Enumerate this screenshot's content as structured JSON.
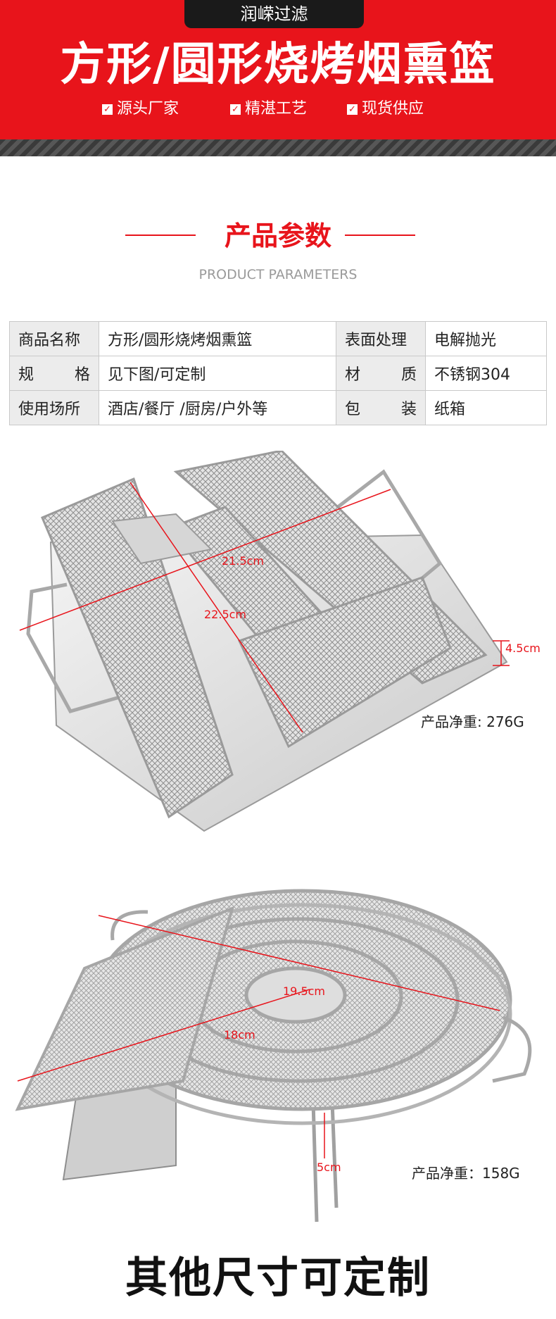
{
  "banner": {
    "brand": "润嵘过滤",
    "title": "方形/圆形烧烤烟熏篮",
    "features": [
      "源头厂家",
      "精湛工艺",
      "现货供应"
    ]
  },
  "section": {
    "title": "产品参数",
    "subtitle": "PRODUCT PARAMETERS"
  },
  "params": {
    "rows": [
      {
        "label1": "商品名称",
        "value1": "方形/圆形烧烤烟熏篮",
        "label2": "表面处理",
        "value2": "电解抛光"
      },
      {
        "label1": "规格",
        "value1": "见下图/可定制",
        "label2": "材质",
        "value2": "不锈钢304"
      },
      {
        "label1": "使用场所",
        "value1": "酒店/餐厅 /厨房/户外等",
        "label2": "包装",
        "value2": "纸箱"
      }
    ]
  },
  "square_product": {
    "dims": {
      "width": "21.5cm",
      "length": "22.5cm",
      "height": "4.5cm"
    },
    "weight": "产品净重: 276G"
  },
  "round_product": {
    "dims": {
      "outer": "19.5cm",
      "inner": "18cm",
      "height": "5cm"
    },
    "weight": "产品净重：158G"
  },
  "footer": {
    "title": "其他尺寸可定制"
  },
  "colors": {
    "accent_red": "#e8141b",
    "dark": "#1a1a1a"
  }
}
